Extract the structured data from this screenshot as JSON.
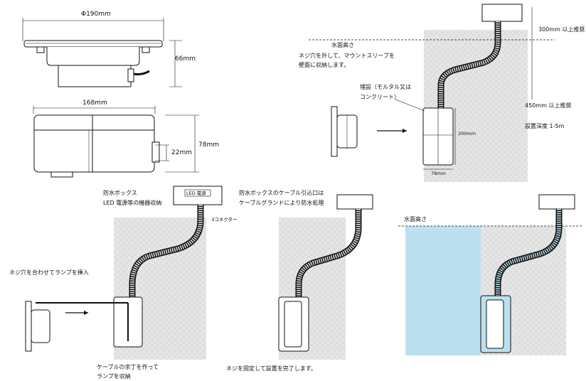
{
  "dims": {
    "diameter": "Φ190mm",
    "height": "66mm",
    "width": "168mm",
    "body_height": "78mm",
    "cable_outlet": "22mm"
  },
  "install": {
    "water_level": "水面高さ",
    "unscrew_note_1": "ネジ穴を外して、マウントスリーブを",
    "unscrew_note_2": "壁面に収納します。",
    "embed_note_1": "埋設（モルタル又は",
    "embed_note_2": "コンクリート）",
    "above_water": "300mm 以上推奨",
    "below_water": "450mm 以上推奨",
    "depth": "設置深度 1-5m",
    "sleeve_height": "200mm",
    "sleeve_width": "78mm"
  },
  "steps": {
    "box_title": "防水ボックス",
    "box_desc": "LED 電源等の機器収納",
    "box_label": "LED 電源",
    "connector": "Ⅱコネクター",
    "insert_lamp": "ネジ穴を合わせてランプを挿入",
    "cable_slack_1": "ケーブルの余丁を作って",
    "cable_slack_2": "ランプを収納",
    "gland_1": "防水ボックスのケーブル引込口は",
    "gland_2": "ケーブルグランドにより防水処理",
    "fix_screw": "ネジを固定して設置を完了します。",
    "water_level": "水面高さ"
  },
  "colors": {
    "wall": "#e4e4e4",
    "water": "#bde0ef",
    "line": "#111111",
    "conduit": "#dcdcdc"
  }
}
